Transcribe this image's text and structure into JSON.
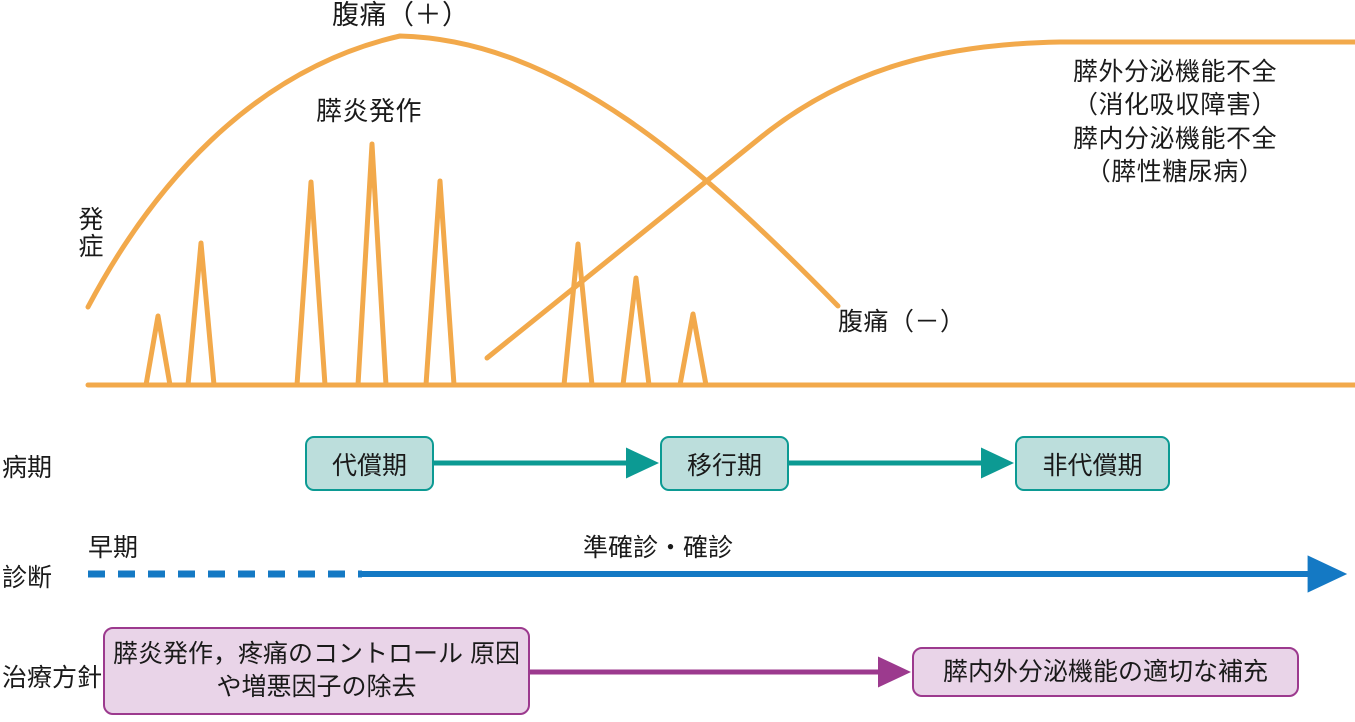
{
  "diagram": {
    "title_top": "腹痛（＋）",
    "attack_label": "膵炎発作",
    "onset_label": "発症",
    "pain_negative_label": "腹痛（－）",
    "right_annotation": "膵外分泌機能不全\n（消化吸収障害）\n膵内分泌機能不全\n（膵性糖尿病）",
    "rows": {
      "stage_label": "病期",
      "diagnosis_label": "診断",
      "therapy_label": "治療方針"
    },
    "stages": [
      {
        "label": "代償期"
      },
      {
        "label": "移行期"
      },
      {
        "label": "非代償期"
      }
    ],
    "diagnosis": {
      "early_label": "早期",
      "confirmed_label": "準確診・確診"
    },
    "therapy": [
      {
        "label": "膵炎発作，疼痛のコントロール\n原因や増悪因子の除去"
      },
      {
        "label": "膵内外分泌機能の適切な補充"
      }
    ],
    "colors": {
      "orange": "#f2a94b",
      "teal_fill": "#bcdedc",
      "teal_border": "#0c9a93",
      "teal_arrow": "#0c9a93",
      "blue": "#1479c4",
      "purple_fill": "#e9d4e8",
      "purple_border": "#9c3a8e",
      "text": "#1a1a1a"
    }
  },
  "chart_data": {
    "type": "line",
    "title": "腹痛（＋）",
    "xlabel": "",
    "ylabel": "発症",
    "grid": false,
    "legend": "none",
    "baseline_y": 385,
    "axis_x_range": [
      88,
      1355
    ],
    "series": [
      {
        "name": "腹痛（＋）",
        "type": "curve",
        "description": "Abdominal pain intensity: rises from onset, peaks in compensated stage, then declines to (−)",
        "points": [
          [
            88,
            307
          ],
          [
            140,
            215
          ],
          [
            200,
            140
          ],
          [
            270,
            80
          ],
          [
            340,
            45
          ],
          [
            400,
            36
          ],
          [
            470,
            48
          ],
          [
            545,
            85
          ],
          [
            620,
            135
          ],
          [
            700,
            190
          ],
          [
            770,
            245
          ],
          [
            820,
            290
          ],
          [
            838,
            305
          ]
        ]
      },
      {
        "name": "膵内外分泌機能不全",
        "type": "curve",
        "description": "Exocrine/endocrine insufficiency: rises from transition stage and plateaus in decompensated stage",
        "points": [
          [
            487,
            358
          ],
          [
            560,
            300
          ],
          [
            640,
            240
          ],
          [
            720,
            170
          ],
          [
            800,
            110
          ],
          [
            880,
            65
          ],
          [
            960,
            48
          ],
          [
            1060,
            43
          ],
          [
            1200,
            42
          ],
          [
            1355,
            42
          ]
        ]
      },
      {
        "name": "膵炎発作",
        "type": "spikes",
        "description": "Acute pancreatitis attacks (spikes) decreasing in frequency and intensity over time",
        "baseline": 385,
        "spikes": [
          {
            "x": 158,
            "top": 316,
            "half_width": 12
          },
          {
            "x": 201,
            "top": 243,
            "half_width": 13
          },
          {
            "x": 311,
            "top": 182,
            "half_width": 14
          },
          {
            "x": 372,
            "top": 144,
            "half_width": 14
          },
          {
            "x": 440,
            "top": 181,
            "half_width": 14
          },
          {
            "x": 578,
            "top": 244,
            "half_width": 14
          },
          {
            "x": 636,
            "top": 278,
            "half_width": 13
          },
          {
            "x": 693,
            "top": 314,
            "half_width": 13
          }
        ]
      }
    ],
    "annotations": [
      {
        "text": "腹痛（＋）",
        "x": 400,
        "y": 14
      },
      {
        "text": "膵炎発作",
        "x": 375,
        "y": 112
      },
      {
        "text": "発症",
        "x": 86,
        "y": 238
      },
      {
        "text": "腹痛（－）",
        "x": 898,
        "y": 322
      },
      {
        "text": "膵外分泌機能不全（消化吸収障害）膵内分泌機能不全（膵性糖尿病）",
        "x": 1190,
        "y": 130
      }
    ]
  }
}
